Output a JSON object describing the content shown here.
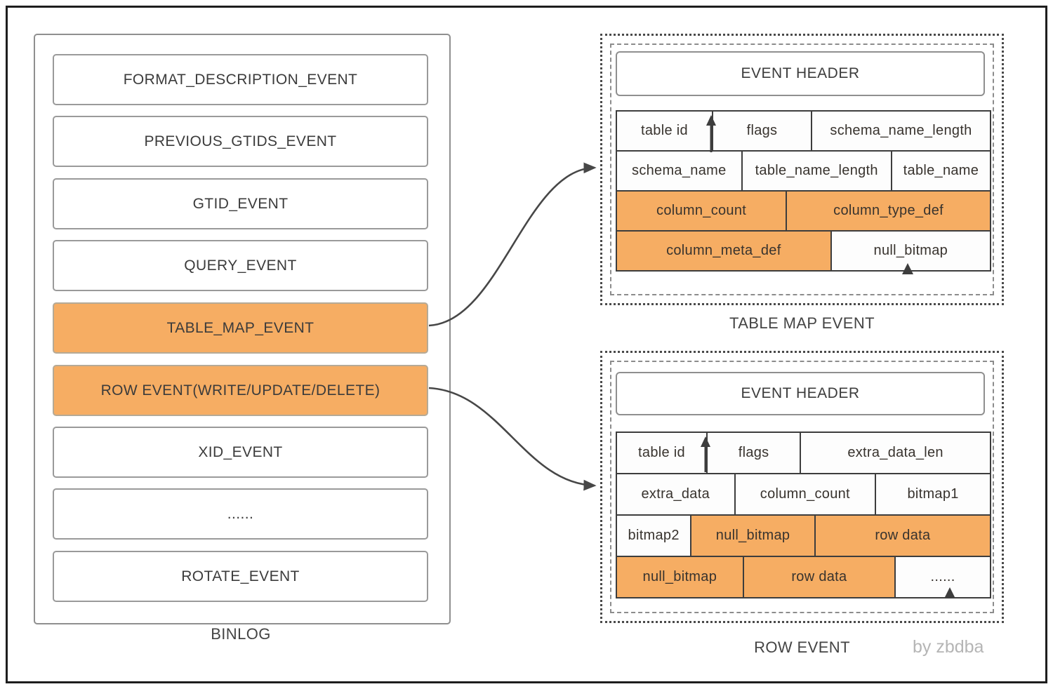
{
  "colors": {
    "highlight_orange": "#F6AD63",
    "cell_border": "#3d3d3d",
    "box_border": "#8f8f8f",
    "text_dark": "#3b3b3b",
    "credit_gray": "#b5b5b5",
    "arrow": "#474747"
  },
  "binlog": {
    "label": "BINLOG",
    "events": [
      {
        "label": "FORMAT_DESCRIPTION_EVENT",
        "highlighted": false
      },
      {
        "label": "PREVIOUS_GTIDS_EVENT",
        "highlighted": false
      },
      {
        "label": "GTID_EVENT",
        "highlighted": false
      },
      {
        "label": "QUERY_EVENT",
        "highlighted": false
      },
      {
        "label": "TABLE_MAP_EVENT",
        "highlighted": true
      },
      {
        "label": "ROW EVENT(WRITE/UPDATE/DELETE)",
        "highlighted": true
      },
      {
        "label": "XID_EVENT",
        "highlighted": false
      },
      {
        "label": "......",
        "highlighted": false
      },
      {
        "label": "ROTATE_EVENT",
        "highlighted": false
      }
    ]
  },
  "table_map_event": {
    "title": "TABLE MAP EVENT",
    "event_header_label": "EVENT HEADER",
    "rows": [
      {
        "cells": [
          {
            "label": "table id",
            "highlighted": false
          },
          {
            "label": "flags",
            "highlighted": false
          },
          {
            "label": "schema_name_length",
            "highlighted": false
          }
        ]
      },
      {
        "cells": [
          {
            "label": "schema_name",
            "highlighted": false
          },
          {
            "label": "table_name_length",
            "highlighted": false
          },
          {
            "label": "table_name",
            "highlighted": false
          }
        ]
      },
      {
        "cells": [
          {
            "label": "column_count",
            "highlighted": true
          },
          {
            "label": "column_type_def",
            "highlighted": true
          }
        ]
      },
      {
        "cells": [
          {
            "label": "column_meta_def",
            "highlighted": true
          },
          {
            "label": "null_bitmap",
            "highlighted": false
          }
        ]
      }
    ]
  },
  "row_event": {
    "title": "ROW EVENT",
    "event_header_label": "EVENT HEADER",
    "rows": [
      {
        "cells": [
          {
            "label": "table id",
            "highlighted": false
          },
          {
            "label": "flags",
            "highlighted": false
          },
          {
            "label": "extra_data_len",
            "highlighted": false
          }
        ]
      },
      {
        "cells": [
          {
            "label": "extra_data",
            "highlighted": false
          },
          {
            "label": "column_count",
            "highlighted": false
          },
          {
            "label": "bitmap1",
            "highlighted": false
          }
        ]
      },
      {
        "cells": [
          {
            "label": "bitmap2",
            "highlighted": false
          },
          {
            "label": "null_bitmap",
            "highlighted": true
          },
          {
            "label": "row data",
            "highlighted": true
          }
        ]
      },
      {
        "cells": [
          {
            "label": "null_bitmap",
            "highlighted": true
          },
          {
            "label": "row data",
            "highlighted": true
          },
          {
            "label": "......",
            "highlighted": false
          }
        ]
      }
    ]
  },
  "credit": "by zbdba"
}
